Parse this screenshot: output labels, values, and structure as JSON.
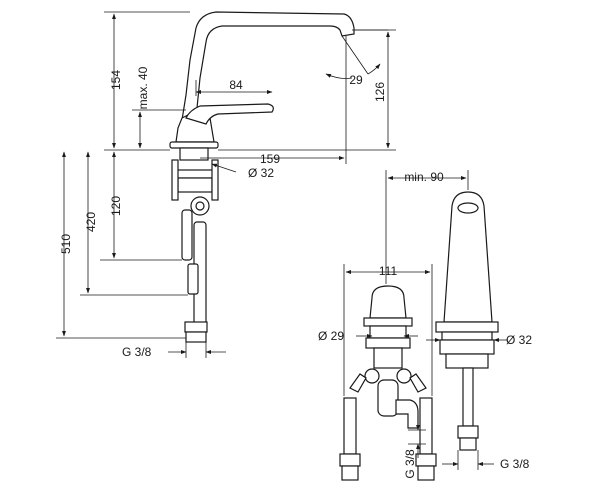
{
  "dimensions": {
    "d154": "154",
    "d_max40": "max. 40",
    "d84": "84",
    "d29deg": "29",
    "d126": "126",
    "d159": "159",
    "d_dia32_top": "Ø 32",
    "d120": "120",
    "d420": "420",
    "d510": "510",
    "d_g38_left": "G 3/8",
    "d_min90": "min. 90",
    "d111": "111",
    "d_dia29": "Ø 29",
    "d_dia32_right": "Ø 32",
    "d_g38_vertical": "G 3/8",
    "d_g38_right": "G 3/8"
  },
  "colors": {
    "line": "#1a1a1a",
    "background": "#ffffff"
  }
}
